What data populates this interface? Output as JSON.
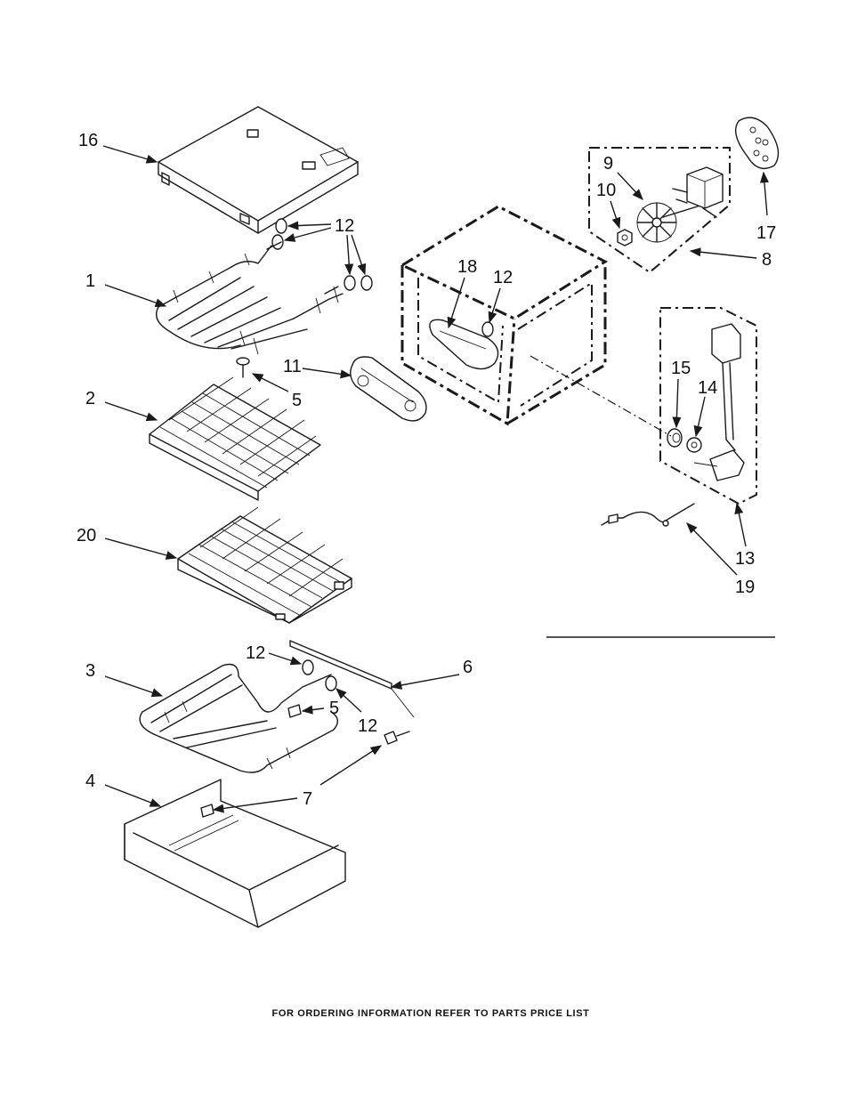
{
  "callouts": {
    "c16": "16",
    "c12a": "12",
    "c1": "1",
    "c5a": "5",
    "c2": "2",
    "c20": "20",
    "c3": "3",
    "c12b": "12",
    "c5b": "5",
    "c12c": "12",
    "c6": "6",
    "c4": "4",
    "c7": "7",
    "c11": "11",
    "c18": "18",
    "c12d": "12",
    "c9": "9",
    "c10": "10",
    "c17": "17",
    "c8": "8",
    "c15": "15",
    "c14": "14",
    "c13": "13",
    "c19": "19"
  },
  "footer": "FOR ORDERING INFORMATION REFER TO PARTS PRICE LIST"
}
